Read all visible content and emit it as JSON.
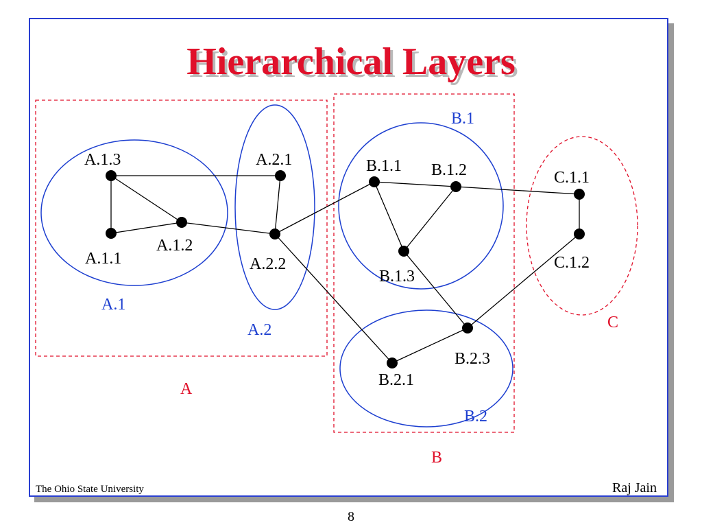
{
  "slide": {
    "title": "Hierarchical Layers",
    "footer_left": "The Ohio State University",
    "footer_right": "Raj Jain",
    "page_number": "8"
  },
  "diagram": {
    "nodes": {
      "A.1.3": "A.1.3",
      "A.1.1": "A.1.1",
      "A.1.2": "A.1.2",
      "A.2.1": "A.2.1",
      "A.2.2": "A.2.2",
      "B.1.1": "B.1.1",
      "B.1.2": "B.1.2",
      "B.1.3": "B.1.3",
      "B.2.1": "B.2.1",
      "B.2.3": "B.2.3",
      "C.1.1": "C.1.1",
      "C.1.2": "C.1.2"
    },
    "groups": {
      "A.1": "A.1",
      "A.2": "A.2",
      "B.1": "B.1",
      "B.2": "B.2"
    },
    "regions": {
      "A": "A",
      "B": "B",
      "C": "C"
    },
    "edges": [
      [
        "A.1.3",
        "A.2.1"
      ],
      [
        "A.1.3",
        "A.1.1"
      ],
      [
        "A.1.3",
        "A.1.2"
      ],
      [
        "A.1.1",
        "A.1.2"
      ],
      [
        "A.1.2",
        "A.2.2"
      ],
      [
        "A.2.1",
        "A.2.2"
      ],
      [
        "A.2.2",
        "B.1.1"
      ],
      [
        "A.2.2",
        "B.2.1"
      ],
      [
        "B.1.1",
        "B.1.2"
      ],
      [
        "B.1.1",
        "B.1.3"
      ],
      [
        "B.1.2",
        "B.1.3"
      ],
      [
        "B.1.2",
        "C.1.1"
      ],
      [
        "B.1.3",
        "B.2.3"
      ],
      [
        "B.2.1",
        "B.2.3"
      ],
      [
        "B.2.3",
        "C.1.2"
      ],
      [
        "C.1.1",
        "C.1.2"
      ]
    ],
    "colors": {
      "node": "#000000",
      "group_outline": "#1d3fd0",
      "region_outline": "#e0102a",
      "title": "#e0102a",
      "frame": "#2a3fd1"
    }
  }
}
